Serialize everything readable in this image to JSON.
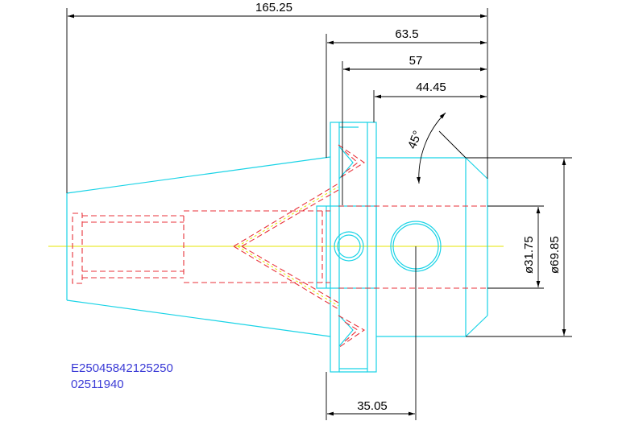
{
  "drawing": {
    "colors": {
      "outline": "#19d3e6",
      "hidden": "#e8323a",
      "centerline": "#e6e600",
      "dimension": "#000000",
      "annotation": "#3b3bd6",
      "background": "#ffffff"
    },
    "dimensions": {
      "overall_length": "165.25",
      "flange_to_end": "63.5",
      "groove_to_end": "57",
      "body_length": "44.45",
      "chamfer_angle": "45°",
      "bore_diameter": "ø31.75",
      "body_diameter": "ø69.85",
      "hole_offset": "35.05"
    },
    "annotation": {
      "part_code": "E25045842125250",
      "part_number": "02511940"
    }
  }
}
